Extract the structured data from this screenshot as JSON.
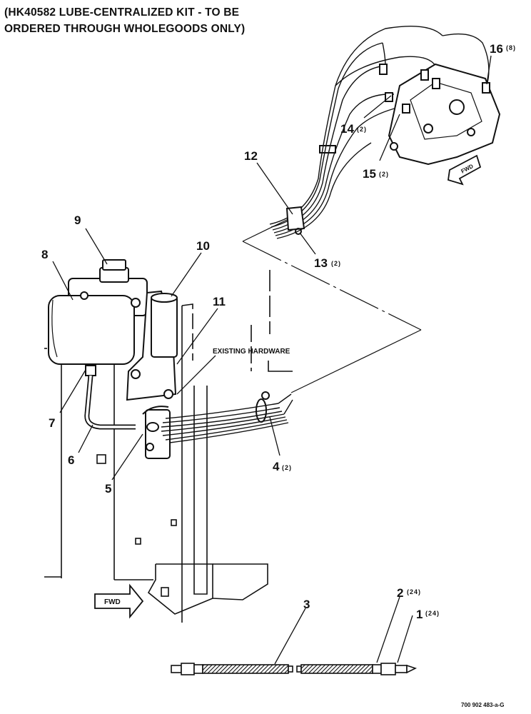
{
  "title": {
    "line1": "(HK40582 LUBE-CENTRALIZED KIT - TO BE",
    "line2": "ORDERED THROUGH WHOLEGOODS ONLY)"
  },
  "callouts": [
    {
      "id": "1",
      "qty": "(24)"
    },
    {
      "id": "2",
      "qty": "(24)"
    },
    {
      "id": "3",
      "qty": ""
    },
    {
      "id": "4",
      "qty": "(2)"
    },
    {
      "id": "5",
      "qty": ""
    },
    {
      "id": "6",
      "qty": ""
    },
    {
      "id": "7",
      "qty": ""
    },
    {
      "id": "8",
      "qty": ""
    },
    {
      "id": "9",
      "qty": ""
    },
    {
      "id": "10",
      "qty": ""
    },
    {
      "id": "11",
      "qty": ""
    },
    {
      "id": "12",
      "qty": ""
    },
    {
      "id": "13",
      "qty": "(2)"
    },
    {
      "id": "14",
      "qty": "(2)"
    },
    {
      "id": "15",
      "qty": "(2)"
    },
    {
      "id": "16",
      "qty": "(8)"
    }
  ],
  "annotations": {
    "existing_hardware": "EXISTING HARDWARE",
    "fwd_top": "FWD",
    "fwd_bottom": "FWD",
    "figure_code": "700 902 483-a-G"
  }
}
